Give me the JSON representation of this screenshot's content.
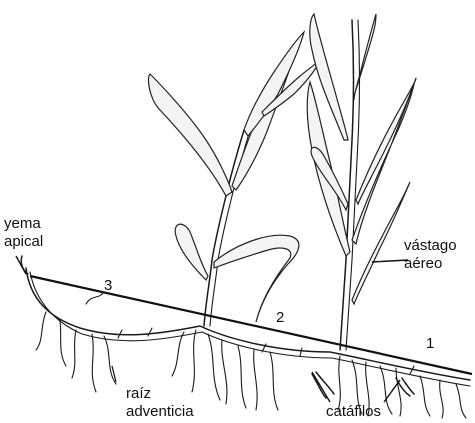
{
  "labels": {
    "apical_bud": "yema apical",
    "apical_bud_line1": "yema",
    "apical_bud_line2": "apical",
    "aerial_shoot_line1": "vástago",
    "aerial_shoot_line2": "aéreo",
    "adventitious_root_line1": "raíz",
    "adventitious_root_line2": "adventicia",
    "cataphylls": "catáfilos"
  },
  "segments": [
    "3",
    "2",
    "1"
  ]
}
